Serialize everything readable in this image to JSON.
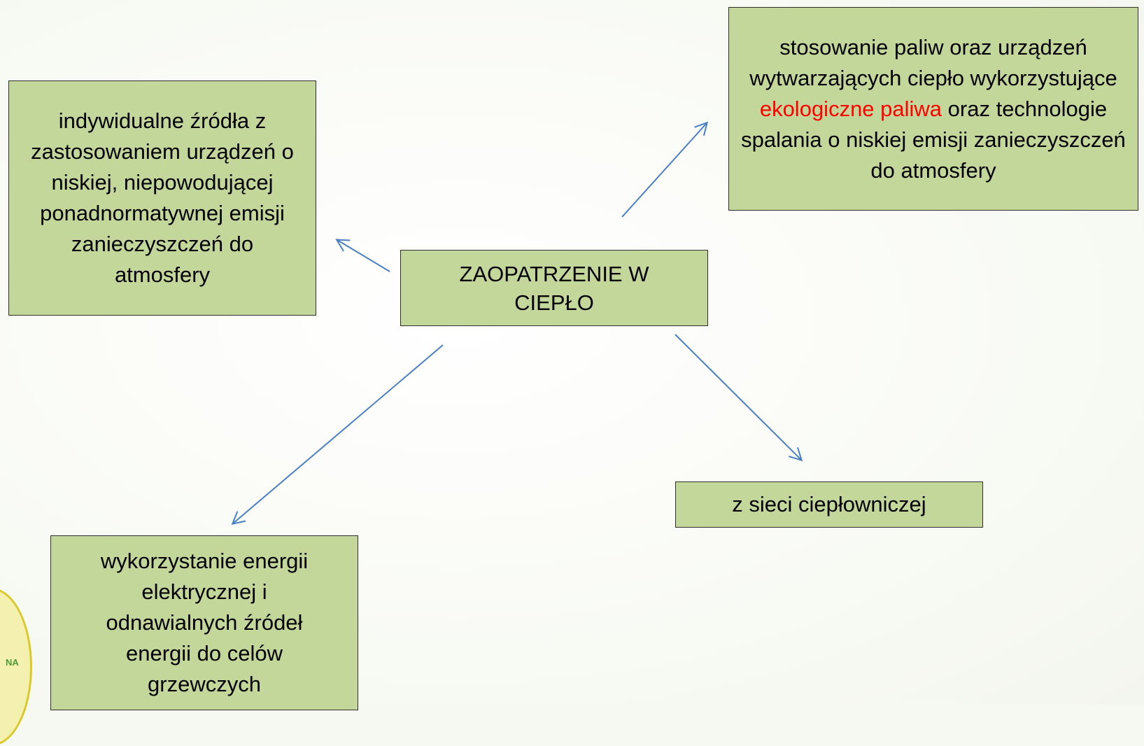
{
  "diagram": {
    "center": {
      "text": "ZAOPATRZENIE W CIEPŁO"
    },
    "boxes": {
      "left": {
        "text": "indywidualne źródła z zastosowaniem urządzeń o niskiej, niepowodującej ponadnormatywnej emisji zanieczyszczeń do atmosfery"
      },
      "top_right": {
        "text_before": "stosowanie paliw oraz urządzeń wytwarzających ciepło wykorzystujące ",
        "highlight": "ekologiczne paliwa",
        "text_after": " oraz technologie spalania o niskiej emisji zanieczyszczeń do atmosfery"
      },
      "bottom_left": {
        "text": "wykorzystanie energii elektrycznej i odnawialnych źródeł energii do celów grzewczych"
      },
      "bottom_right": {
        "text": "z sieci ciepłowniczej"
      }
    },
    "logo_fragment": {
      "text": "NA"
    },
    "colors": {
      "box_fill": "#c4d79b",
      "box_border": "#2f2f2f",
      "arrow": "#4a7fc1",
      "highlight": "#ff0000"
    }
  }
}
